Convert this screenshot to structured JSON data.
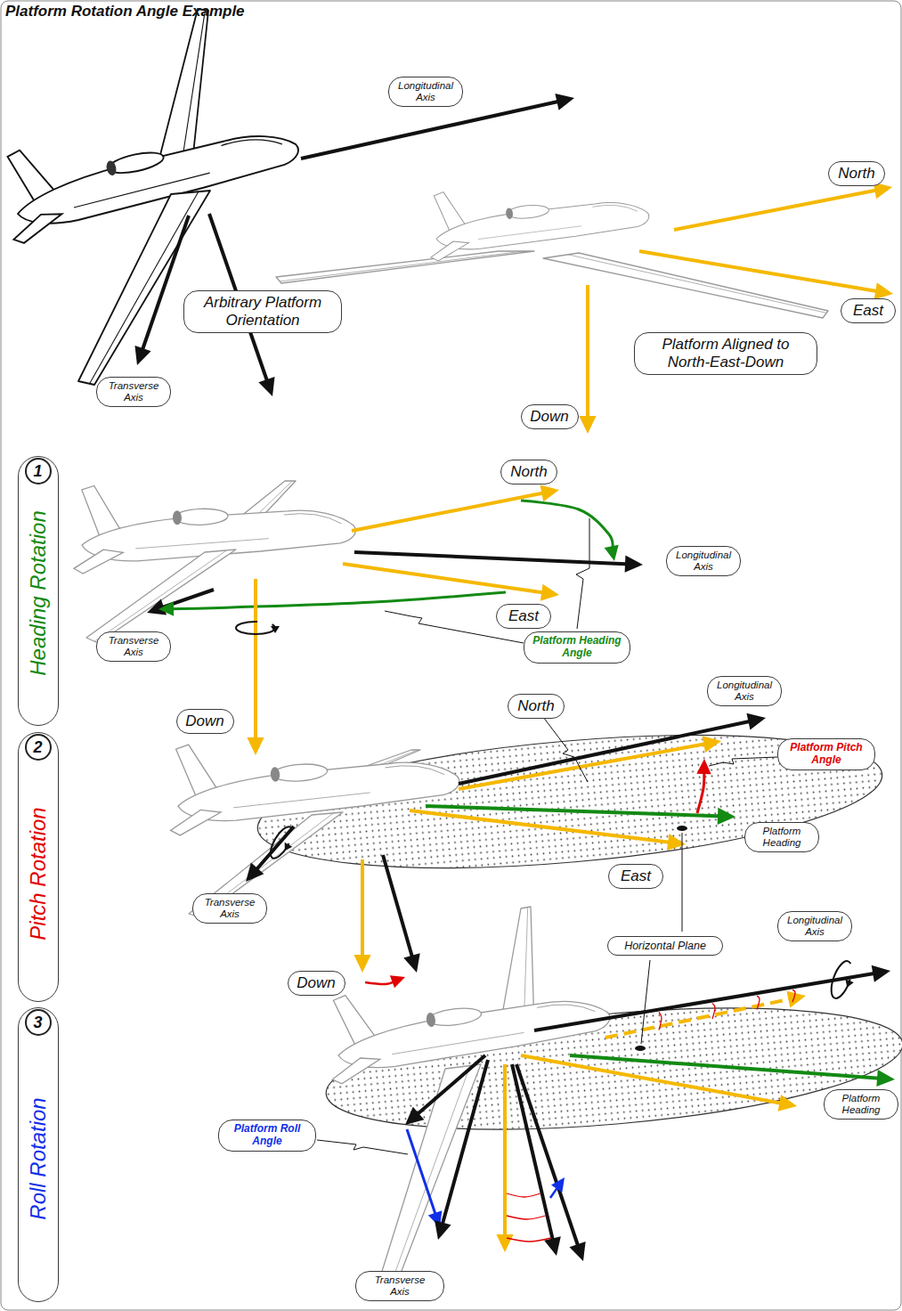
{
  "diagram": {
    "title": "Platform Rotation Angle Example",
    "nodes": [
      {
        "text": [
          "Longitudinal Axis"
        ]
      },
      {
        "text": [
          "North"
        ]
      },
      {
        "text": [
          "Arbitrary Platform Orientation"
        ]
      },
      {
        "text": [
          "East"
        ]
      },
      {
        "text": [
          "Platform Aligned to North-East-Down"
        ]
      },
      {
        "text": [
          "Transverse Axis"
        ]
      },
      {
        "text": [
          "Down"
        ]
      },
      {
        "text": [
          "Heading Rotation"
        ]
      },
      {
        "text": [
          "1"
        ],
        "in": 7
      },
      {
        "text": [
          "North"
        ]
      },
      {
        "text": [
          "Longitudinal Axis"
        ]
      },
      {
        "text": [
          "East"
        ]
      },
      {
        "text": [
          "Transverse Axis"
        ]
      },
      {
        "text": [
          "Platform Heading Angle"
        ]
      },
      {
        "text": [
          "Down"
        ]
      },
      {
        "text": [
          "Pitch Rotation"
        ]
      },
      {
        "text": [
          "2"
        ],
        "in": 15
      },
      {
        "text": [
          "Longitudinal Axis"
        ]
      },
      {
        "text": [
          "North"
        ]
      },
      {
        "text": [
          "Platform Pitch Angle"
        ]
      },
      {
        "text": [
          "Platform Heading"
        ]
      },
      {
        "text": [
          "East"
        ]
      },
      {
        "text": [
          "Transverse Axis"
        ]
      },
      {
        "text": [
          "Horizontal Plane"
        ]
      },
      {
        "text": [
          "Longitudinal Axis"
        ]
      },
      {
        "text": [
          "Down"
        ]
      },
      {
        "text": [
          "Roll Rotation"
        ]
      },
      {
        "text": [
          "3"
        ],
        "in": 26
      },
      {
        "text": [
          "Platform Heading"
        ]
      },
      {
        "text": [
          "Platform Roll Angle"
        ]
      },
      {
        "text": [
          "Transverse Axis"
        ]
      }
    ]
  }
}
